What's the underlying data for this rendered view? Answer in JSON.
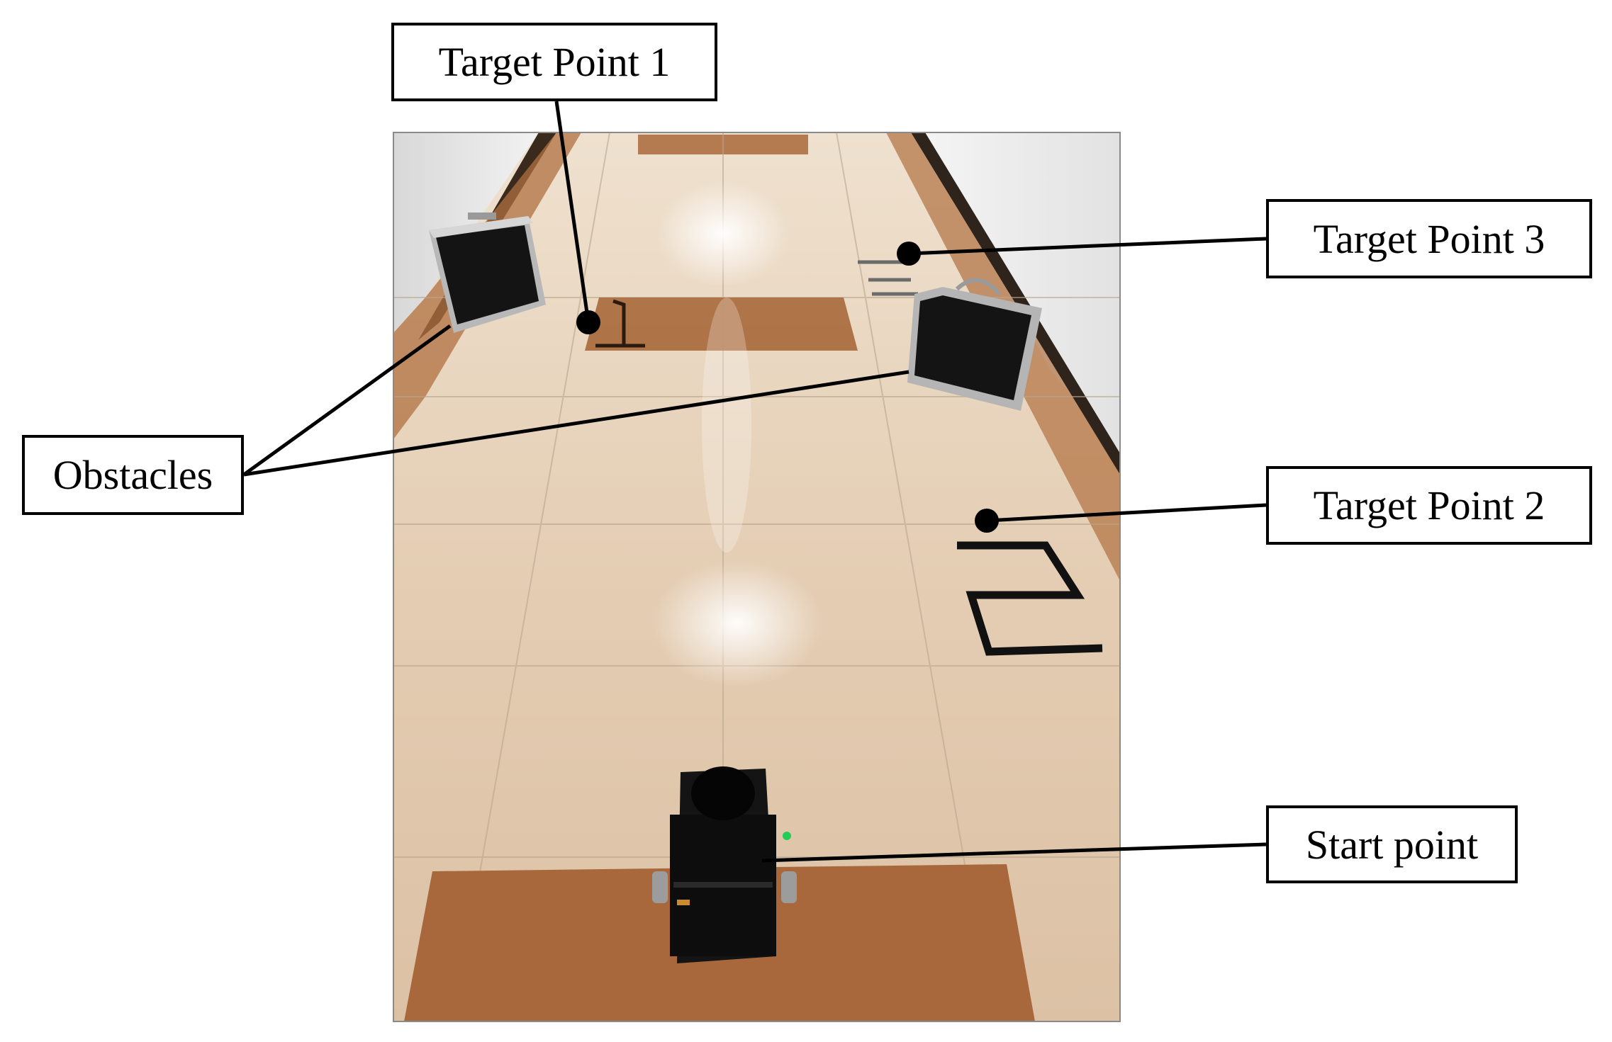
{
  "figure": {
    "callouts": {
      "target_point_1": "Target Point 1",
      "target_point_3": "Target Point 3",
      "obstacles": "Obstacles",
      "target_point_2": "Target Point 2",
      "start_point": "Start point"
    },
    "floor_markers": {
      "marker_1": "1",
      "marker_2": "2",
      "marker_3": "3"
    },
    "colors": {
      "floor_tile": "#e6cdb3",
      "brown_strip": "#a9683b",
      "wall": "#e9e9e9",
      "case_body": "#111111",
      "case_frame": "#b8b8b8",
      "line": "#000000"
    }
  }
}
